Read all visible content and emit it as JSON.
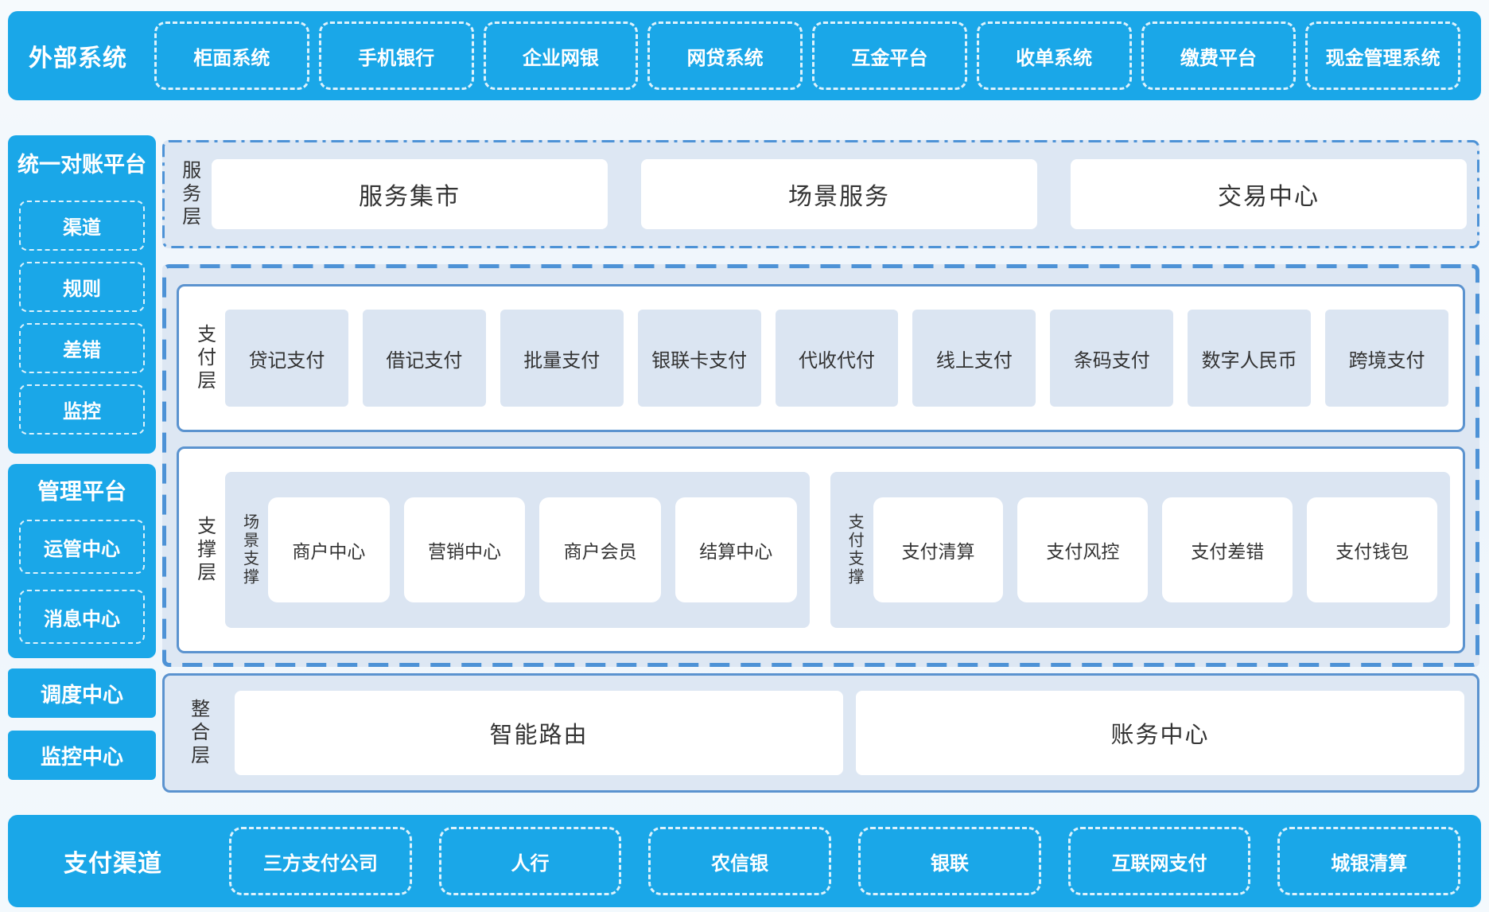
{
  "colors": {
    "primary_blue": "#1aa7e8",
    "panel_light": "#dbe5f2",
    "section_light": "#dde7f3",
    "border_blue": "#5b93cf",
    "dash_border_blue": "#4d92d6",
    "text_dark": "#333333",
    "text_white": "#ffffff"
  },
  "external_systems": {
    "title": "外部系统",
    "items": [
      "柜面系统",
      "手机银行",
      "企业网银",
      "网贷系统",
      "互金平台",
      "收单系统",
      "缴费平台",
      "现金管理系统"
    ]
  },
  "reconciliation_platform": {
    "title": "统一对账平台",
    "items": [
      "渠道",
      "规则",
      "差错",
      "监控"
    ]
  },
  "management_platform": {
    "title": "管理平台",
    "items": [
      "运管中心",
      "消息中心"
    ]
  },
  "standalone_blocks": [
    "调度中心",
    "监控中心"
  ],
  "service_layer": {
    "label": "服务层",
    "items": [
      "服务集市",
      "场景服务",
      "交易中心"
    ]
  },
  "payment_layer": {
    "label": "支付层",
    "items": [
      "贷记支付",
      "借记支付",
      "批量支付",
      "银联卡支付",
      "代收代付",
      "线上支付",
      "条码支付",
      "数字人民币",
      "跨境支付"
    ]
  },
  "support_layer": {
    "label": "支撑层",
    "groups": [
      {
        "label": "场景支撑",
        "items": [
          "商户中心",
          "营销中心",
          "商户会员",
          "结算中心"
        ]
      },
      {
        "label": "支付支撑",
        "items": [
          "支付清算",
          "支付风控",
          "支付差错",
          "支付钱包"
        ]
      }
    ]
  },
  "integration_layer": {
    "label": "整合层",
    "items": [
      "智能路由",
      "账务中心"
    ]
  },
  "payment_channels": {
    "title": "支付渠道",
    "items": [
      "三方支付公司",
      "人行",
      "农信银",
      "银联",
      "互联网支付",
      "城银清算"
    ]
  }
}
